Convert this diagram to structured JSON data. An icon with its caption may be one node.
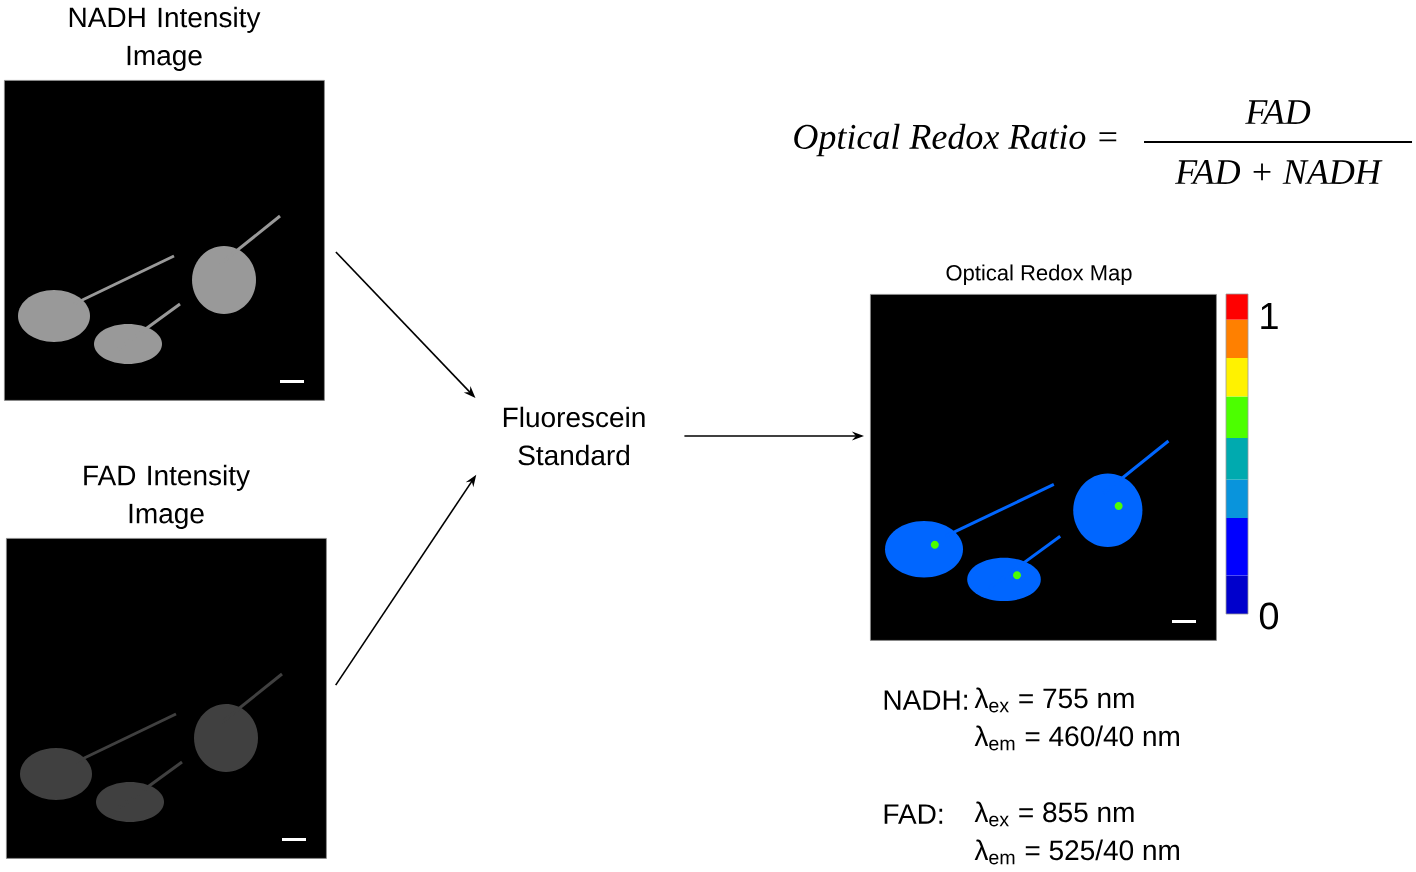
{
  "diagram": {
    "nodes": [
      {
        "text": [
          "NADH Intensity Image"
        ]
      },
      {
        "text": [
          "FAD Intensity Image"
        ]
      },
      {
        "text": [
          "Fluorescein Standard"
        ]
      },
      {
        "text": [
          "Optical Redox Map"
        ]
      }
    ],
    "edges": [
      {
        "from": 0,
        "to": 2,
        "arrow": "to"
      },
      {
        "from": 1,
        "to": 2,
        "arrow": "to"
      },
      {
        "from": 2,
        "to": 3,
        "arrow": "to"
      }
    ],
    "labels": [
      "Optical Redox Ratio =",
      "FAD",
      "FAD + NADH",
      "1",
      "0",
      "NADH:",
      "λ$_{ex}$ = 755 nm",
      "λ$_{em}$ = 460/40 nm",
      "FAD:",
      "λ$_{ex}$ = 855 nm",
      "λ$_{em}$ = 525/40 nm"
    ]
  }
}
